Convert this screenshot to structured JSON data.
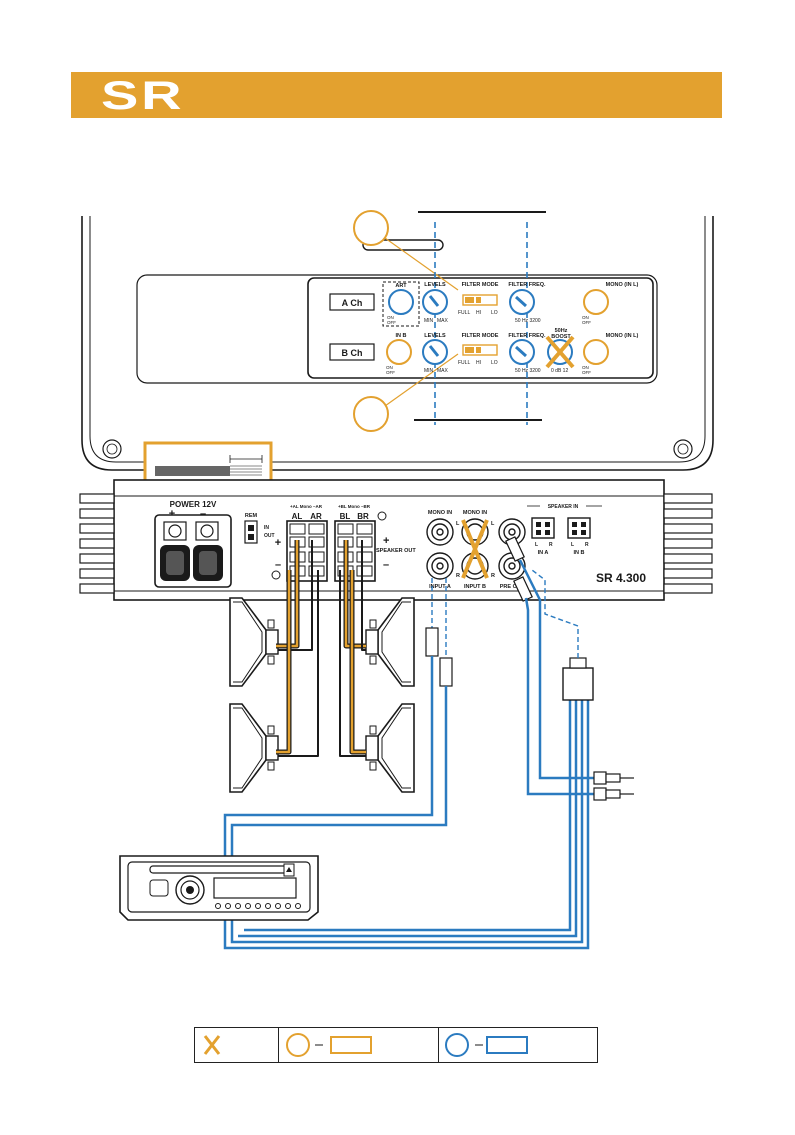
{
  "header": {
    "title": "SR",
    "bar_color": "#e3a12f"
  },
  "colors": {
    "orange": "#e3a12f",
    "blue": "#2b7bc0",
    "black": "#1a1a1a"
  },
  "control_panel": {
    "a_ch_label": "A Ch",
    "b_ch_label": "B Ch",
    "art_label": "ART",
    "in_b_label": "IN B",
    "levels_label": "LEVELS",
    "min_label": "MIN",
    "max_label": "MAX",
    "filter_mode_label": "FILTER MODE",
    "full_label": "FULL",
    "hi_label": "HI",
    "lo_label": "LO",
    "filter_freq_label": "FILTER FREQ.",
    "freq_range_a": "50  Hz  3200",
    "freq_range_b": "50  Hz  3200",
    "boost_top": "50Hz",
    "boost_label": "BOOST",
    "boost_range": "0  dB  12",
    "mono_label": "MONO (IN L)",
    "on_label": "ON",
    "off_label": "OFF"
  },
  "terminal_panel": {
    "power_label": "POWER  12V",
    "plus": "+",
    "minus": "–",
    "rem_label": "REM",
    "in_label": "IN",
    "out_label": "OUT",
    "amono_label": "+AL Mono –AR",
    "bmono_label": "+BL Mono –BR",
    "al_label": "AL",
    "ar_label": "AR",
    "bl_label": "BL",
    "br_label": "BR",
    "speaker_out_label": "SPEAKER OUT",
    "mono_in_1": "MONO IN",
    "mono_in_2": "MONO IN",
    "input_a_label": "INPUT A",
    "input_b_label": "INPUT B",
    "pre_out_label": "PRE OUT",
    "l_label": "L",
    "r_label": "R",
    "speaker_in_label": "SPEAKER IN",
    "in_a_label": "IN A",
    "in_b_label": "IN B",
    "model_label": "SR 4.300"
  }
}
